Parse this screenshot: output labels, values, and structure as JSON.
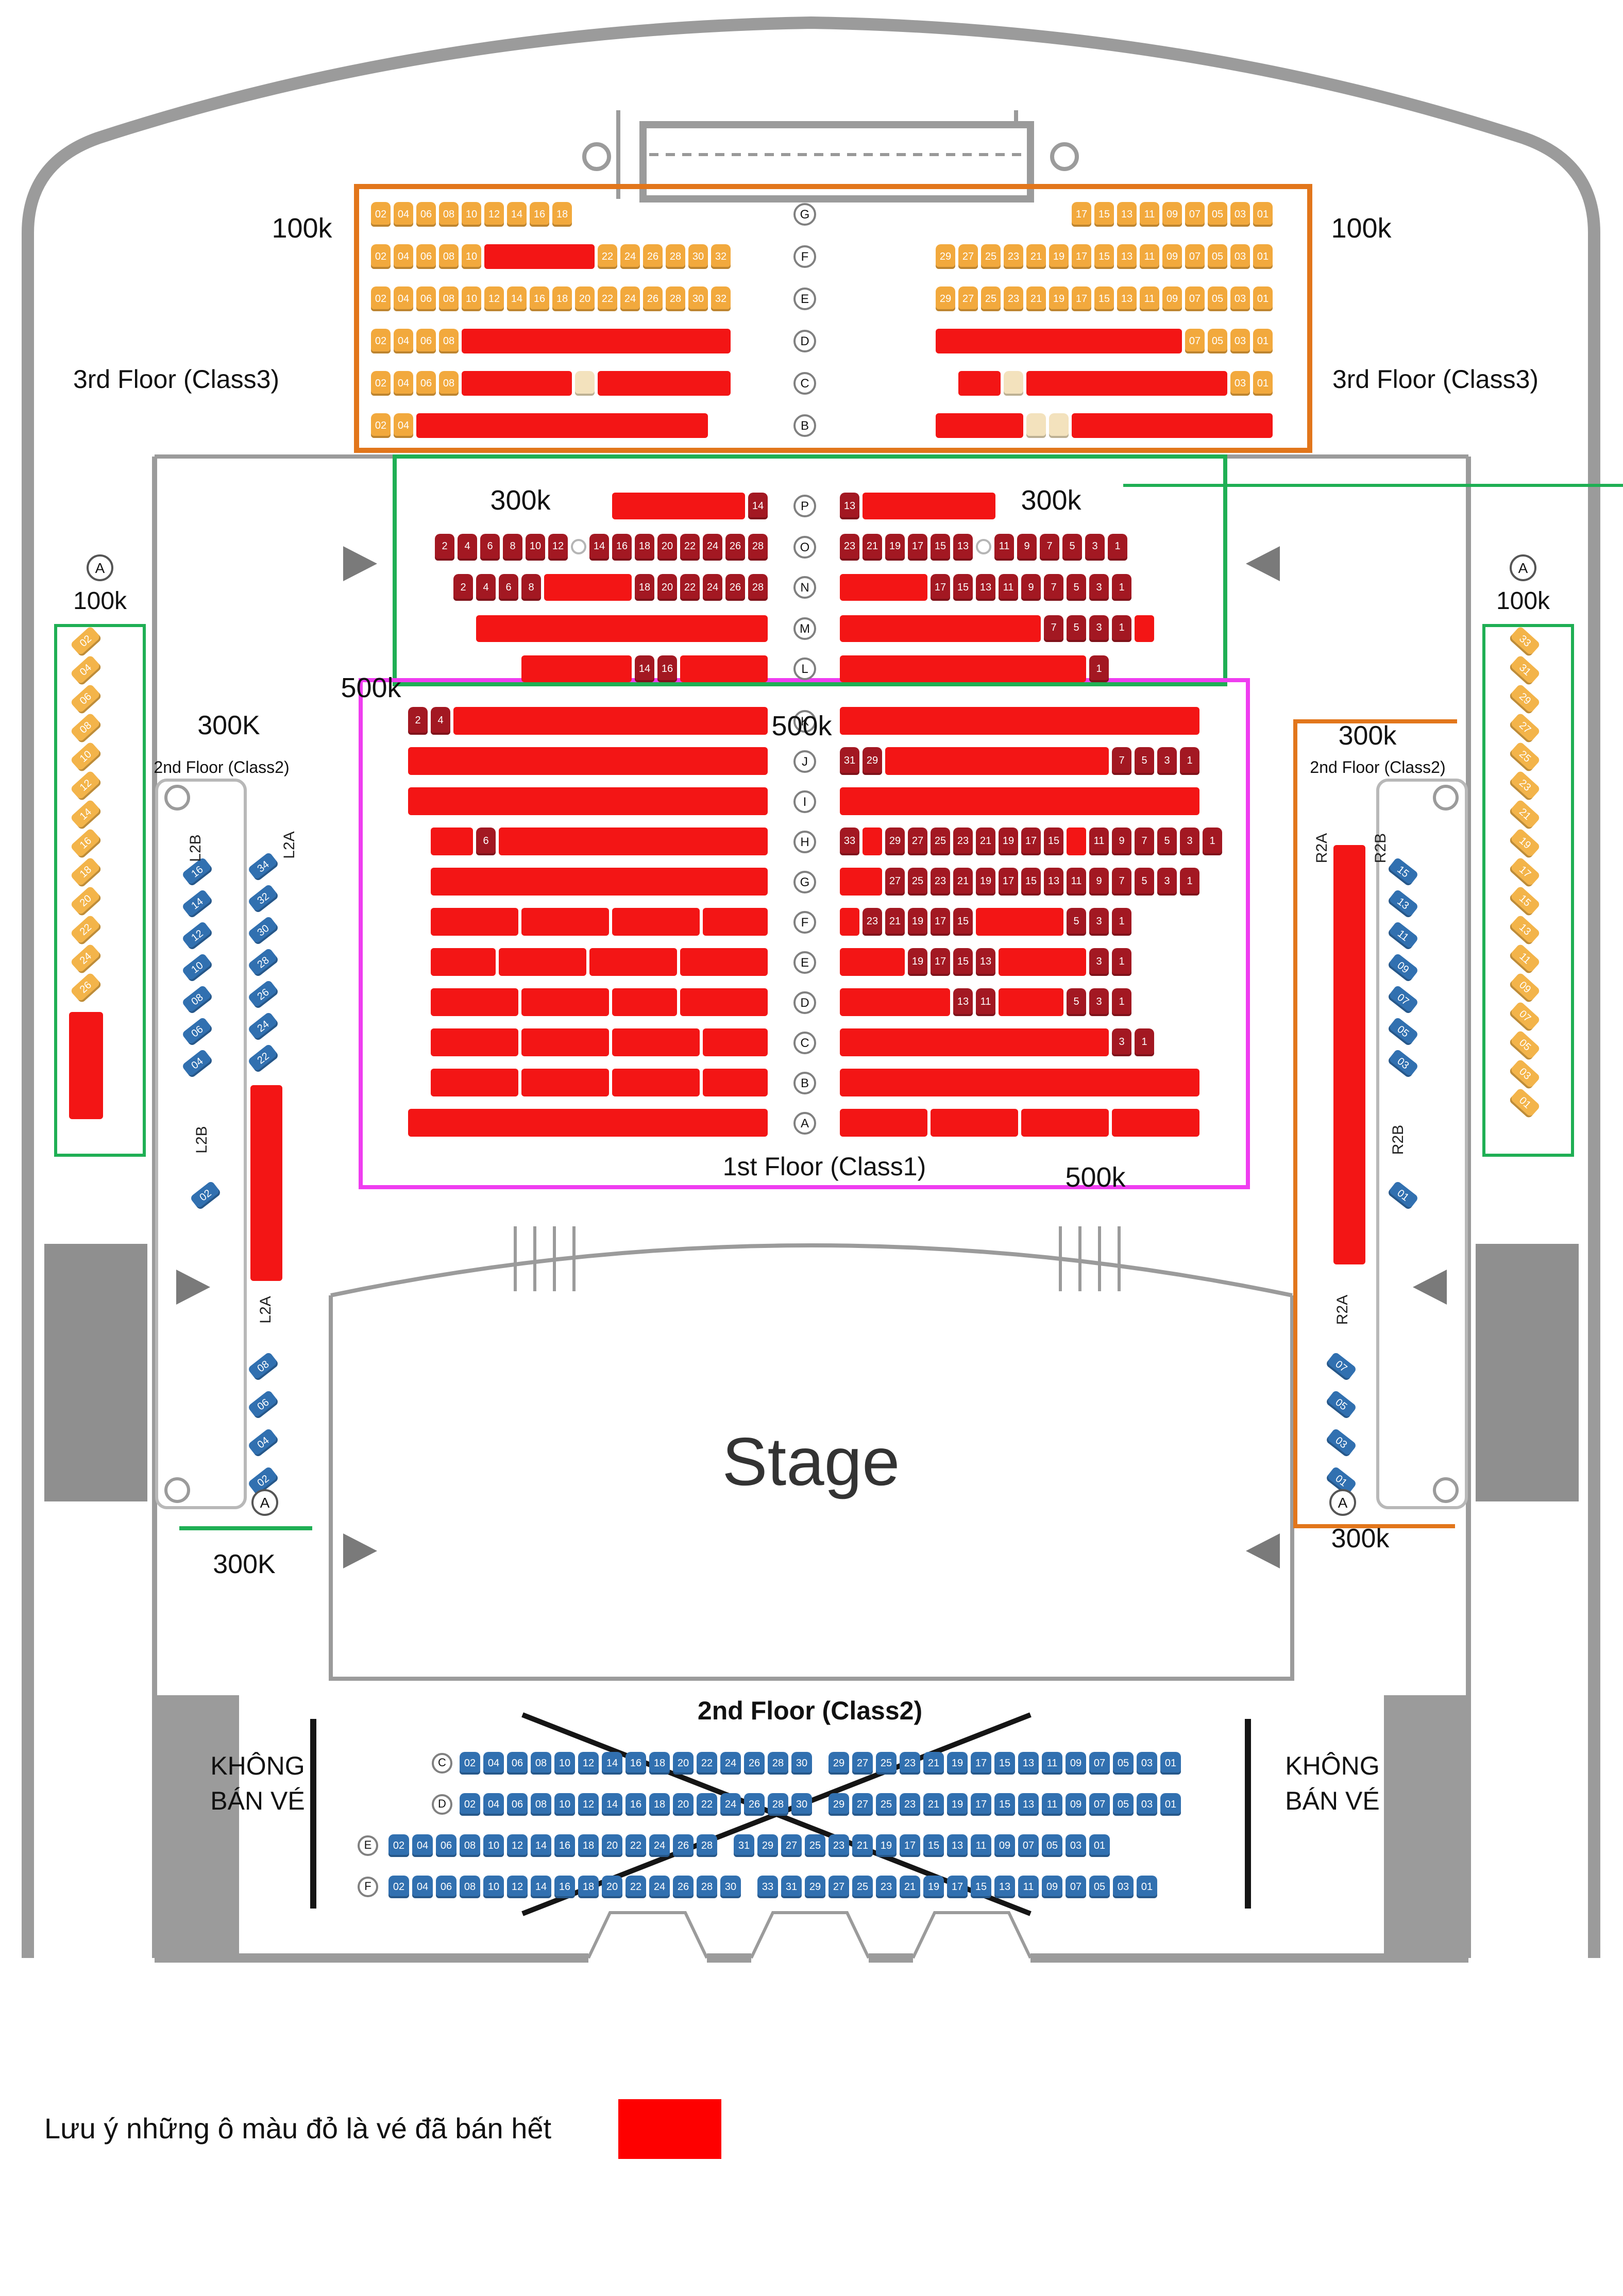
{
  "colors": {
    "sold": "#f31515",
    "orange_seat": "#f2a93d",
    "dark_seat": "#a31822",
    "blue_seat": "#3170b0",
    "yellow_seat": "#f3b44a",
    "cream_seat": "#f3e2bd",
    "green_box": "#1faf54",
    "orange_box": "#e2761b",
    "magenta_box": "#ef3df0",
    "wall": "#9b9b9b"
  },
  "third_floor": {
    "floor_label_left": "3rd Floor (Class3)",
    "floor_label_right": "3rd Floor (Class3)",
    "price_left": "100k",
    "price_right": "100k",
    "rows": [
      {
        "letter": "G",
        "left": [
          "02",
          "04",
          "06",
          "08",
          "10",
          "12",
          "14",
          "16",
          "18"
        ],
        "right": [
          "17",
          "15",
          "13",
          "11",
          "09",
          "07",
          "05",
          "03",
          "01"
        ]
      },
      {
        "letter": "F",
        "left": [
          "02",
          "04",
          "06",
          "08",
          "10",
          "#5",
          "22",
          "24",
          "26",
          "28",
          "30",
          "32"
        ],
        "right": [
          "29",
          "27",
          "25",
          "23",
          "21",
          "19",
          "17",
          "15",
          "13",
          "11",
          "09",
          "07",
          "05",
          "03",
          "01"
        ]
      },
      {
        "letter": "E",
        "left": [
          "02",
          "04",
          "06",
          "08",
          "10",
          "12",
          "14",
          "16",
          "18",
          "20",
          "22",
          "24",
          "26",
          "28",
          "30",
          "32"
        ],
        "right": [
          "29",
          "27",
          "25",
          "23",
          "21",
          "19",
          "17",
          "15",
          "13",
          "11",
          "09",
          "07",
          "05",
          "03",
          "01"
        ]
      },
      {
        "letter": "D",
        "left": [
          "02",
          "04",
          "06",
          "08",
          "#12"
        ],
        "right": [
          "#11",
          "07",
          "05",
          "03",
          "01"
        ]
      },
      {
        "letter": "C",
        "left": [
          "02",
          "04",
          "06",
          "08",
          "#5",
          "~",
          "#6"
        ],
        "right": [
          "#2",
          "~",
          "#9",
          "03",
          "01"
        ]
      },
      {
        "letter": "B",
        "left": [
          "02",
          "04",
          "#13"
        ],
        "right": [
          "#4",
          "~",
          "~",
          "#9"
        ]
      }
    ]
  },
  "mid_300k": {
    "price_left": "300k",
    "price_right": "300k",
    "rows": [
      {
        "letter": "P",
        "left": [
          "#6",
          "14"
        ],
        "right": [
          "13",
          "#6"
        ]
      },
      {
        "letter": "O",
        "left": [
          "2",
          "4",
          "6",
          "8",
          "10",
          "12",
          "o",
          "14",
          "16",
          "18",
          "20",
          "22",
          "24",
          "26",
          "28"
        ],
        "right": [
          "23",
          "21",
          "19",
          "17",
          "15",
          "13",
          "o",
          "11",
          "9",
          "7",
          "5",
          "3",
          "1"
        ]
      },
      {
        "letter": "N",
        "left": [
          "2",
          "4",
          "6",
          "8",
          "#4",
          "18",
          "20",
          "22",
          "24",
          "26",
          "28"
        ],
        "right": [
          "#4",
          "17",
          "15",
          "13",
          "11",
          "9",
          "7",
          "5",
          "3",
          "1"
        ]
      },
      {
        "letter": "M",
        "left": [
          "#13"
        ],
        "right": [
          "#9",
          "7",
          "5",
          "3",
          "1",
          "#1"
        ]
      },
      {
        "letter": "L",
        "left": [
          "#5",
          "14",
          "16",
          "#4"
        ],
        "right": [
          "#11",
          "1"
        ]
      }
    ]
  },
  "main_500k": {
    "price_top_left": "500k",
    "price_center": "500k",
    "price_bottom_right": "500k",
    "floor_label": "1st Floor (Class1)",
    "rows": [
      {
        "letter": "K",
        "left": [
          "2",
          "4",
          "#14"
        ],
        "right": [
          "#16"
        ]
      },
      {
        "letter": "J",
        "left": [
          "#16"
        ],
        "right": [
          "31",
          "29",
          "#10",
          "7",
          "5",
          "3",
          "1"
        ]
      },
      {
        "letter": "I",
        "left": [
          "#16"
        ],
        "right": [
          "#16"
        ]
      },
      {
        "letter": "H",
        "left": [
          "#2",
          "6",
          "#12"
        ],
        "right": [
          "33",
          "#1",
          "29",
          "27",
          "25",
          "23",
          "21",
          "19",
          "17",
          "15",
          "#1",
          "11",
          "9",
          "7",
          "5",
          "3",
          "1"
        ]
      },
      {
        "letter": "G",
        "left": [
          "#15"
        ],
        "right": [
          "#2",
          "27",
          "25",
          "23",
          "21",
          "19",
          "17",
          "15",
          "13",
          "11",
          "9",
          "7",
          "5",
          "3",
          "1"
        ]
      },
      {
        "letter": "F",
        "left": [
          "#4",
          "#4",
          "#4",
          "#3"
        ],
        "right": [
          "#1",
          "23",
          "21",
          "19",
          "17",
          "15",
          "#4",
          "5",
          "3",
          "1"
        ]
      },
      {
        "letter": "E",
        "left": [
          "#3",
          "#4",
          "#4",
          "#4"
        ],
        "right": [
          "#3",
          "19",
          "17",
          "15",
          "13",
          "#4",
          "3",
          "1"
        ]
      },
      {
        "letter": "D",
        "left": [
          "#4",
          "#4",
          "#3",
          "#4"
        ],
        "right": [
          "#5",
          "13",
          "11",
          "#3",
          "5",
          "3",
          "1"
        ]
      },
      {
        "letter": "C",
        "left": [
          "#4",
          "#4",
          "#4",
          "#3"
        ],
        "right": [
          "#12",
          "3",
          "1"
        ]
      },
      {
        "letter": "B",
        "left": [
          "#4",
          "#4",
          "#4",
          "#3"
        ],
        "right": [
          "#16"
        ]
      },
      {
        "letter": "A",
        "left": [
          "#16"
        ],
        "right": [
          "#4",
          "#4",
          "#4",
          "#4"
        ]
      }
    ]
  },
  "left_wing": {
    "section_letter": "A",
    "price": "100k",
    "price_300k_top": "300K",
    "floor2_small": "2nd Floor (Class2)",
    "price_300k_bottom": "300K",
    "l2b_label_top": "L2B",
    "l2a_label_top": "L2A",
    "l2b_label_bottom": "L2B",
    "l2a_label_bottom": "L2A",
    "bottom_letter": "A",
    "yellow_seats": [
      "02",
      "04",
      "06",
      "08",
      "10",
      "12",
      "14",
      "16",
      "18",
      "20",
      "22",
      "24",
      "26",
      "#4"
    ],
    "l2b_upper": [
      "16",
      "14",
      "12",
      "10",
      "08",
      "06",
      "04"
    ],
    "l2b_lower": [
      "02"
    ],
    "l2a_upper": [
      "34",
      "32",
      "30",
      "28",
      "26",
      "24",
      "22"
    ],
    "l2a_block": 6,
    "l2a_lower": [
      "08",
      "06",
      "04",
      "02"
    ]
  },
  "right_wing": {
    "section_letter": "A",
    "price": "100k",
    "price_300k_top": "300k",
    "floor2_small": "2nd Floor (Class2)",
    "price_300k_bottom": "300k",
    "r2a_label_top": "R2A",
    "r2b_label_top": "R2B",
    "r2b_label_bottom": "R2B",
    "r2a_label_bottom": "R2A",
    "bottom_letter": "A",
    "yellow_seats": [
      "33",
      "31",
      "29",
      "27",
      "25",
      "23",
      "21",
      "19",
      "17",
      "15",
      "13",
      "11",
      "09",
      "07",
      "05",
      "03",
      "01"
    ],
    "r2b_upper": [
      "15",
      "13",
      "11",
      "09",
      "07",
      "05",
      "03"
    ],
    "r2b_lower": [
      "01"
    ],
    "r2a_block": 13,
    "r2a_lower": [
      "07",
      "05",
      "03",
      "01"
    ]
  },
  "stage": {
    "label": "Stage"
  },
  "floor2_bottom": {
    "label": "2nd Floor (Class2)",
    "no_sale_left": "KHÔNG BÁN VÉ",
    "no_sale_right": "KHÔNG BÁN VÉ",
    "rows": [
      {
        "letter": "C",
        "seats": [
          "02",
          "04",
          "06",
          "08",
          "10",
          "12",
          "14",
          "16",
          "18",
          "20",
          "22",
          "24",
          "26",
          "28",
          "30",
          "g",
          "29",
          "27",
          "25",
          "23",
          "21",
          "19",
          "17",
          "15",
          "13",
          "11",
          "09",
          "07",
          "05",
          "03",
          "01"
        ]
      },
      {
        "letter": "D",
        "seats": [
          "02",
          "04",
          "06",
          "08",
          "10",
          "12",
          "14",
          "16",
          "18",
          "20",
          "22",
          "24",
          "26",
          "28",
          "30",
          "g",
          "29",
          "27",
          "25",
          "23",
          "21",
          "19",
          "17",
          "15",
          "13",
          "11",
          "09",
          "07",
          "05",
          "03",
          "01"
        ]
      },
      {
        "letter": "E",
        "seats": [
          "02",
          "04",
          "06",
          "08",
          "10",
          "12",
          "14",
          "16",
          "18",
          "20",
          "22",
          "24",
          "26",
          "28",
          "g",
          "31",
          "29",
          "27",
          "25",
          "23",
          "21",
          "19",
          "17",
          "15",
          "13",
          "11",
          "09",
          "07",
          "05",
          "03",
          "01"
        ]
      },
      {
        "letter": "F",
        "seats": [
          "02",
          "04",
          "06",
          "08",
          "10",
          "12",
          "14",
          "16",
          "18",
          "20",
          "22",
          "24",
          "26",
          "28",
          "30",
          "g",
          "33",
          "31",
          "29",
          "27",
          "25",
          "23",
          "21",
          "19",
          "17",
          "15",
          "13",
          "11",
          "09",
          "07",
          "05",
          "03",
          "01"
        ]
      }
    ]
  },
  "legend": {
    "note": "Lưu ý những ô màu đỏ là vé đã bán hết"
  }
}
